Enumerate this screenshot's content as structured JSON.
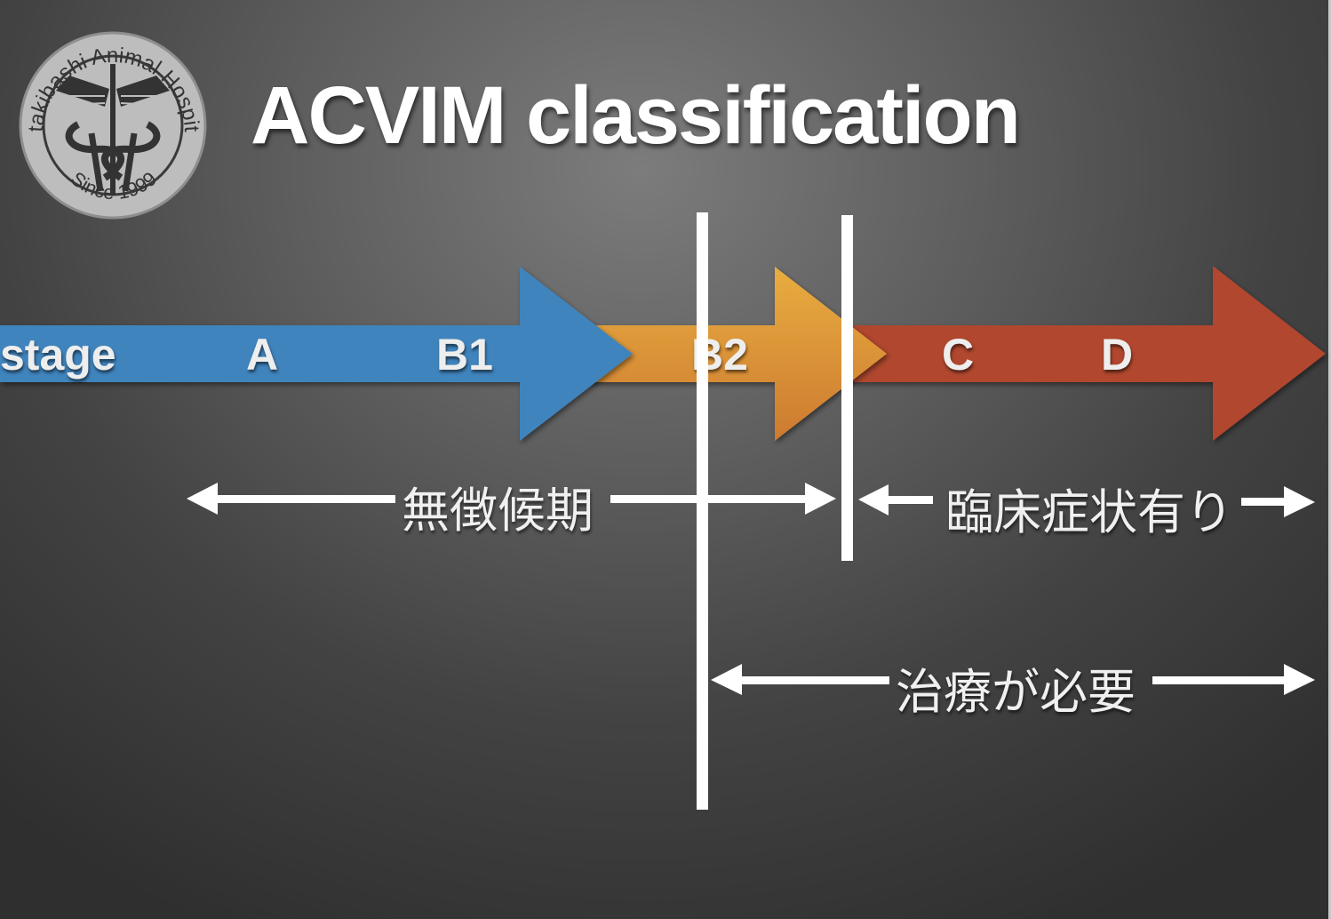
{
  "slide": {
    "title": "ACVIM classification",
    "logo": {
      "icon": "caduceus-seal-icon",
      "text_top": "Otakibashi Animal Hospital",
      "text_bottom": "Since 1999"
    }
  },
  "stages": {
    "axis_label": "stage",
    "labels": [
      "A",
      "B1",
      "B2",
      "C",
      "D"
    ],
    "arrows": [
      {
        "name": "stage-a-b1-arrow",
        "stages": [
          "A",
          "B1"
        ],
        "color": "#3f84bd"
      },
      {
        "name": "stage-b2-arrow",
        "stages": [
          "B2"
        ],
        "color": "#dc9a3a"
      },
      {
        "name": "stage-c-d-arrow",
        "stages": [
          "C",
          "D"
        ],
        "color": "#b0472f"
      }
    ]
  },
  "spans": [
    {
      "name": "asymptomatic-span",
      "label": "無徴候期",
      "covers": [
        "A",
        "B1",
        "B2"
      ]
    },
    {
      "name": "clinical-signs-span",
      "label": "臨床症状有り",
      "covers": [
        "C",
        "D"
      ]
    },
    {
      "name": "treatment-required-span",
      "label": "治療が必要",
      "covers": [
        "B2",
        "C",
        "D"
      ]
    }
  ],
  "dividers": [
    {
      "name": "b1-b2-divider",
      "between": [
        "B1",
        "B2"
      ]
    },
    {
      "name": "b2-c-divider",
      "between": [
        "B2",
        "C"
      ]
    }
  ]
}
